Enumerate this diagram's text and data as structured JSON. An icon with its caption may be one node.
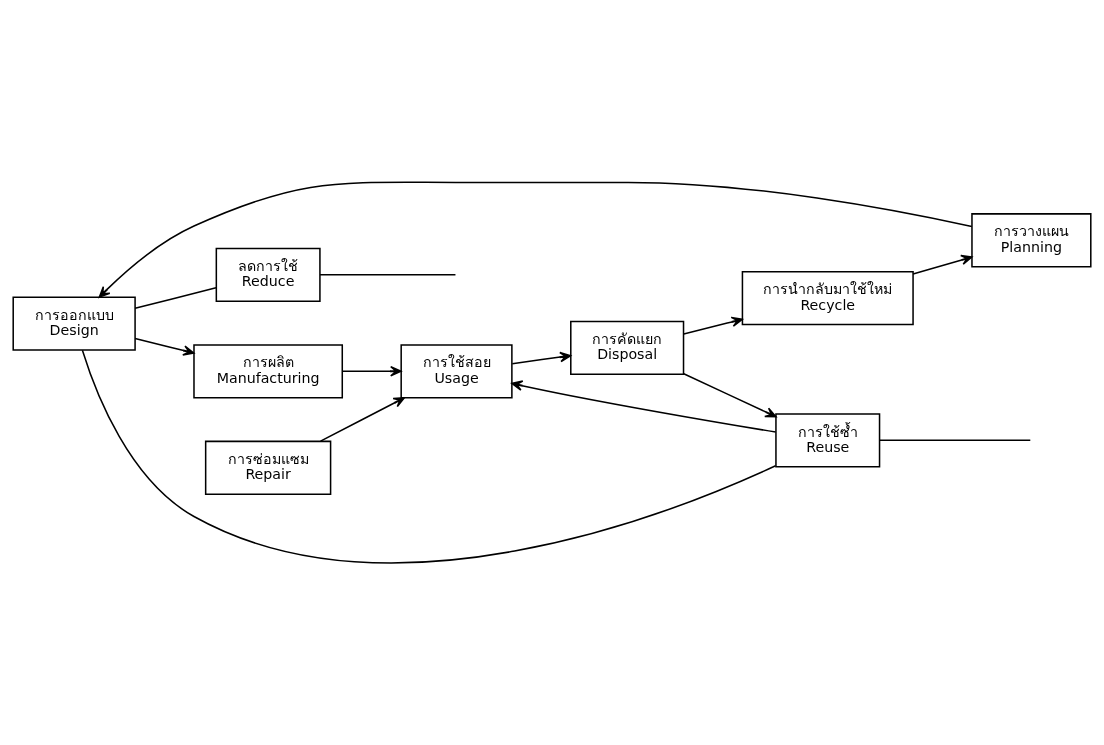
{
  "diagram": {
    "nodes": [
      {
        "text": [
          "ลดการใช้",
          "Reduce"
        ]
      },
      {
        "text": [
          "การวางแผน",
          "Planning"
        ]
      },
      {
        "text": [
          "การออกแบบ",
          "Design"
        ]
      },
      {
        "text": [
          "การผลิต",
          "Manufacturing"
        ]
      },
      {
        "text": [
          "การใช้ซ้ำ",
          "Reuse"
        ]
      },
      {
        "text": [
          "การนำกลับมาใช้ใหม่",
          "Recycle"
        ]
      },
      {
        "text": [
          "การคัดแยก",
          "Disposal"
        ]
      },
      {
        "text": [
          "การใช้สอย",
          "Usage"
        ]
      },
      {
        "text": [
          "การซ่อมแซม",
          "Repair"
        ]
      }
    ],
    "edges": [
      {
        "from": 1,
        "to": 2,
        "arrow": "to"
      },
      {
        "from": 2,
        "to": 3,
        "arrow": "to"
      },
      {
        "from": 2,
        "to": 0,
        "arrow": "none"
      },
      {
        "from": 0,
        "to": null,
        "arrow": "none"
      },
      {
        "from": 2,
        "to": 4,
        "arrow": "none"
      },
      {
        "from": 3,
        "to": 7,
        "arrow": "to"
      },
      {
        "from": 4,
        "to": 7,
        "arrow": "to"
      },
      {
        "from": 7,
        "to": 6,
        "arrow": "to"
      },
      {
        "from": 6,
        "to": 4,
        "arrow": "to"
      },
      {
        "from": 6,
        "to": 5,
        "arrow": "to"
      },
      {
        "from": 5,
        "to": 1,
        "arrow": "to"
      },
      {
        "from": 4,
        "to": null,
        "arrow": "none"
      },
      {
        "from": 8,
        "to": 7,
        "arrow": "to"
      }
    ]
  }
}
